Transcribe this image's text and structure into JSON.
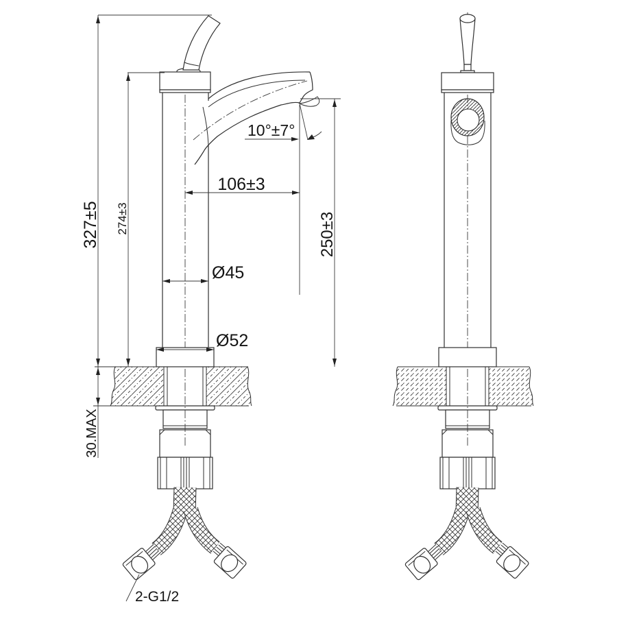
{
  "drawing": {
    "kind": "technical installation drawing",
    "subject": "tall single-lever vessel basin faucet with flexible supply hoses, front view and side view",
    "views": {
      "left": "front-view",
      "right": "side-view"
    }
  },
  "dims": {
    "overall_height": "327±5",
    "body_height": "274±3",
    "outlet_height": "250±3",
    "spout_reach": "106±3",
    "spout_angle": "10°±7°",
    "body_diameter": "Ø45",
    "base_diameter": "Ø52",
    "deck_max_thickness": "30.MAX",
    "inlet_thread": "2-G1/2"
  },
  "style": {
    "line_color": "#2f2f2f",
    "text_color": "#141414",
    "background": "#ffffff"
  }
}
